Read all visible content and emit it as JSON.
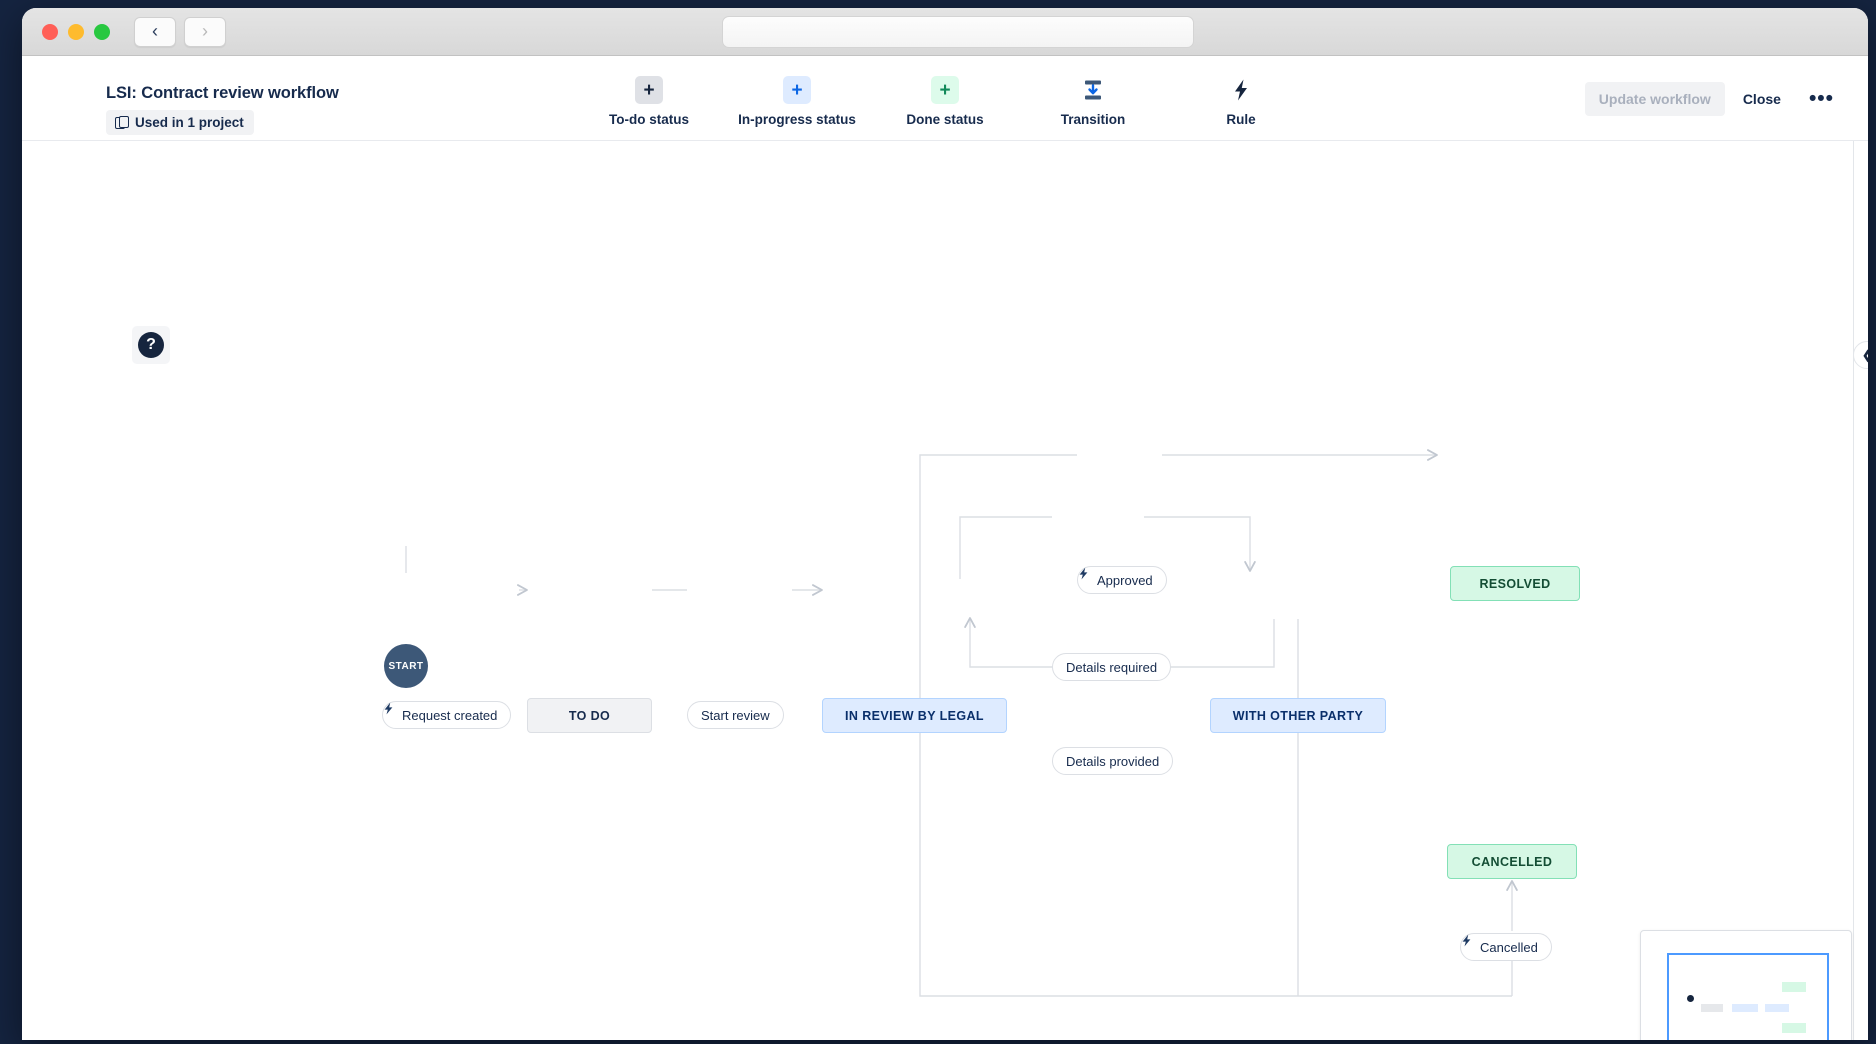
{
  "window": {
    "traffic_lights": [
      "close",
      "minimize",
      "maximize"
    ],
    "nav_back": "‹",
    "nav_forward": "›",
    "url_value": ""
  },
  "header": {
    "close_icon": "✕",
    "title": "LSI: Contract review workflow",
    "used_in": "Used in 1 project",
    "toolbar": [
      {
        "name": "to-do-status",
        "glyph": "+",
        "label": "To-do status"
      },
      {
        "name": "in-progress-status",
        "glyph": "+",
        "label": "In-progress status"
      },
      {
        "name": "done-status",
        "glyph": "+",
        "label": "Done status"
      },
      {
        "name": "transition",
        "glyph": "",
        "label": "Transition"
      },
      {
        "name": "rule",
        "glyph": "⚡",
        "label": "Rule"
      }
    ],
    "update_label": "Update workflow",
    "close_label": "Close",
    "more_label": "•••"
  },
  "canvas": {
    "help_glyph": "?",
    "collapse_glyph": "❮"
  },
  "diagram": {
    "nodes": [
      {
        "id": "start",
        "label": "START",
        "type": "start"
      },
      {
        "id": "todo",
        "label": "TO DO",
        "type": "grey"
      },
      {
        "id": "in-review",
        "label": "IN REVIEW BY LEGAL",
        "type": "blue"
      },
      {
        "id": "other-party",
        "label": "WITH OTHER PARTY",
        "type": "blue"
      },
      {
        "id": "resolved",
        "label": "RESOLVED",
        "type": "green"
      },
      {
        "id": "cancelled",
        "label": "CANCELLED",
        "type": "green"
      }
    ],
    "transitions": [
      {
        "id": "request-created",
        "label": "Request created",
        "rule": true
      },
      {
        "id": "start-review",
        "label": "Start review",
        "rule": false
      },
      {
        "id": "approved",
        "label": "Approved",
        "rule": true
      },
      {
        "id": "details-required",
        "label": "Details required",
        "rule": false
      },
      {
        "id": "details-provided",
        "label": "Details provided",
        "rule": false
      },
      {
        "id": "cancelled-tr",
        "label": "Cancelled",
        "rule": true
      }
    ],
    "bolt_glyph": "⚡"
  },
  "colors": {
    "start_node": "#3d5878",
    "todo_status": "#f1f2f4",
    "in_progress_status": "#deebff",
    "done_status": "#d6f8e5",
    "connector": "#dcdfe4",
    "text": "#172b4d",
    "viewport": "#4c9aff"
  }
}
